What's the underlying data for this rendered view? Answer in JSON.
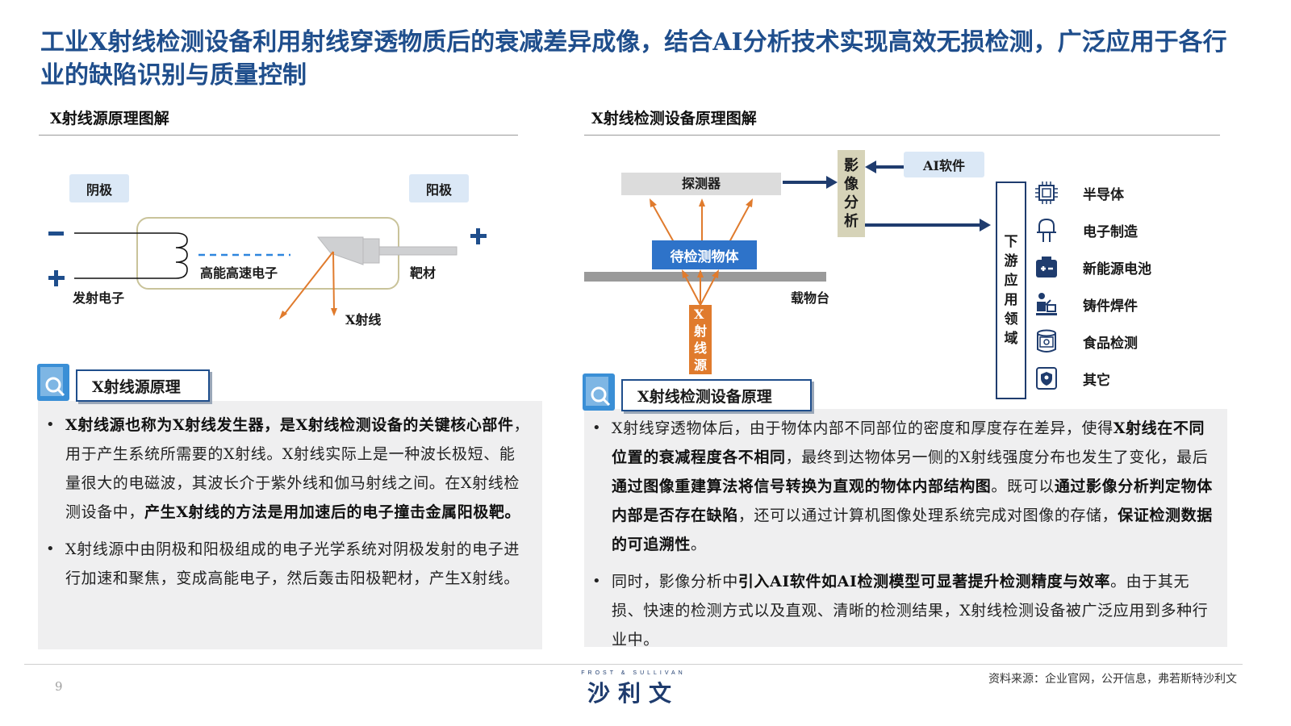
{
  "headline": "工业X射线检测设备利用射线穿透物质后的衰减差异成像，结合AI分析技术实现高效无损检测，广泛应用于各行业的缺陷识别与质量控制",
  "left": {
    "section_title": "X射线源原理图解",
    "diagram": {
      "cathode": "阴极",
      "anode": "阳极",
      "minus": "−",
      "plus_left": "+",
      "plus_right": "+",
      "emit_electron": "发射电子",
      "hi_energy_electron": "高能高速电子",
      "target": "靶材",
      "xray": "X射线"
    },
    "box_title": "X射线源原理",
    "bullets": [
      [
        {
          "t": "X射线源也称为X射线发生器，是X射线检测设备的关键核心部件",
          "b": true
        },
        {
          "t": "，用于产生系统所需要的X射线。X射线实际上是一种波长极短、能量很大的电磁波，其波长介于紫外线和伽马射线之间。在X射线检测设备中，",
          "b": false
        },
        {
          "t": "产生X射线的方法是用加速后的电子撞击金属阳极靶。",
          "b": true
        }
      ],
      [
        {
          "t": "X射线源中由阴极和阳极组成的电子光学系统对阴极发射的电子进行加速和聚焦，变成高能电子，然后轰击阳极靶材，产生X射线。",
          "b": false
        }
      ]
    ]
  },
  "right": {
    "section_title": "X射线检测设备原理图解",
    "diagram": {
      "detector": "探测器",
      "object": "待检测物体",
      "stage": "载物台",
      "source": "X射线源",
      "image_analysis": "影像分析",
      "ai_software": "AI软件",
      "downstream": "下游应用领域"
    },
    "applications": [
      {
        "icon": "chip-icon",
        "label": "半导体"
      },
      {
        "icon": "component-icon",
        "label": "电子制造"
      },
      {
        "icon": "battery-icon",
        "label": "新能源电池"
      },
      {
        "icon": "welder-icon",
        "label": "铸件焊件"
      },
      {
        "icon": "food-can-icon",
        "label": "食品检测"
      },
      {
        "icon": "shield-icon",
        "label": "其它"
      }
    ],
    "box_title": "X射线检测设备原理",
    "bullets": [
      [
        {
          "t": "X射线穿透物体后，由于物体内部不同部位的密度和厚度存在差异，使得",
          "b": false
        },
        {
          "t": "X射线在不同位置的衰减程度各不相同",
          "b": true
        },
        {
          "t": "，最终到达物体另一侧的X射线强度分布也发生了变化，最后",
          "b": false
        },
        {
          "t": "通过图像重建算法将信号转换为直观的物体内部结构图",
          "b": true
        },
        {
          "t": "。既可以",
          "b": false
        },
        {
          "t": "通过影像分析判定物体内部是否存在缺陷",
          "b": true
        },
        {
          "t": "，还可以通过计算机图像处理系统完成对图像的存储，",
          "b": false
        },
        {
          "t": "保证检测数据的可追溯性",
          "b": true
        },
        {
          "t": "。",
          "b": false
        }
      ],
      [
        {
          "t": "同时，影像分析中",
          "b": false
        },
        {
          "t": "引入AI软件如AI检测模型可显著提升检测精度与效率",
          "b": true
        },
        {
          "t": "。由于其无损、快速的检测方式以及直观、清晰的检测结果，X射线检测设备被广泛应用到多种行业中。",
          "b": false
        }
      ]
    ]
  },
  "footer": {
    "page": "9",
    "brand_small": "FROST & SULLIVAN",
    "brand": "沙利文",
    "source": "资料来源：企业官网，公开信息，弗若斯特沙利文"
  },
  "colors": {
    "navy": "#1f4e8c",
    "blue_box": "#2e73c9",
    "orange": "#e07b2d",
    "tag_bg": "#dbe8f6",
    "olive_box": "#d6d3b8",
    "panel_bg": "#efeff0"
  }
}
